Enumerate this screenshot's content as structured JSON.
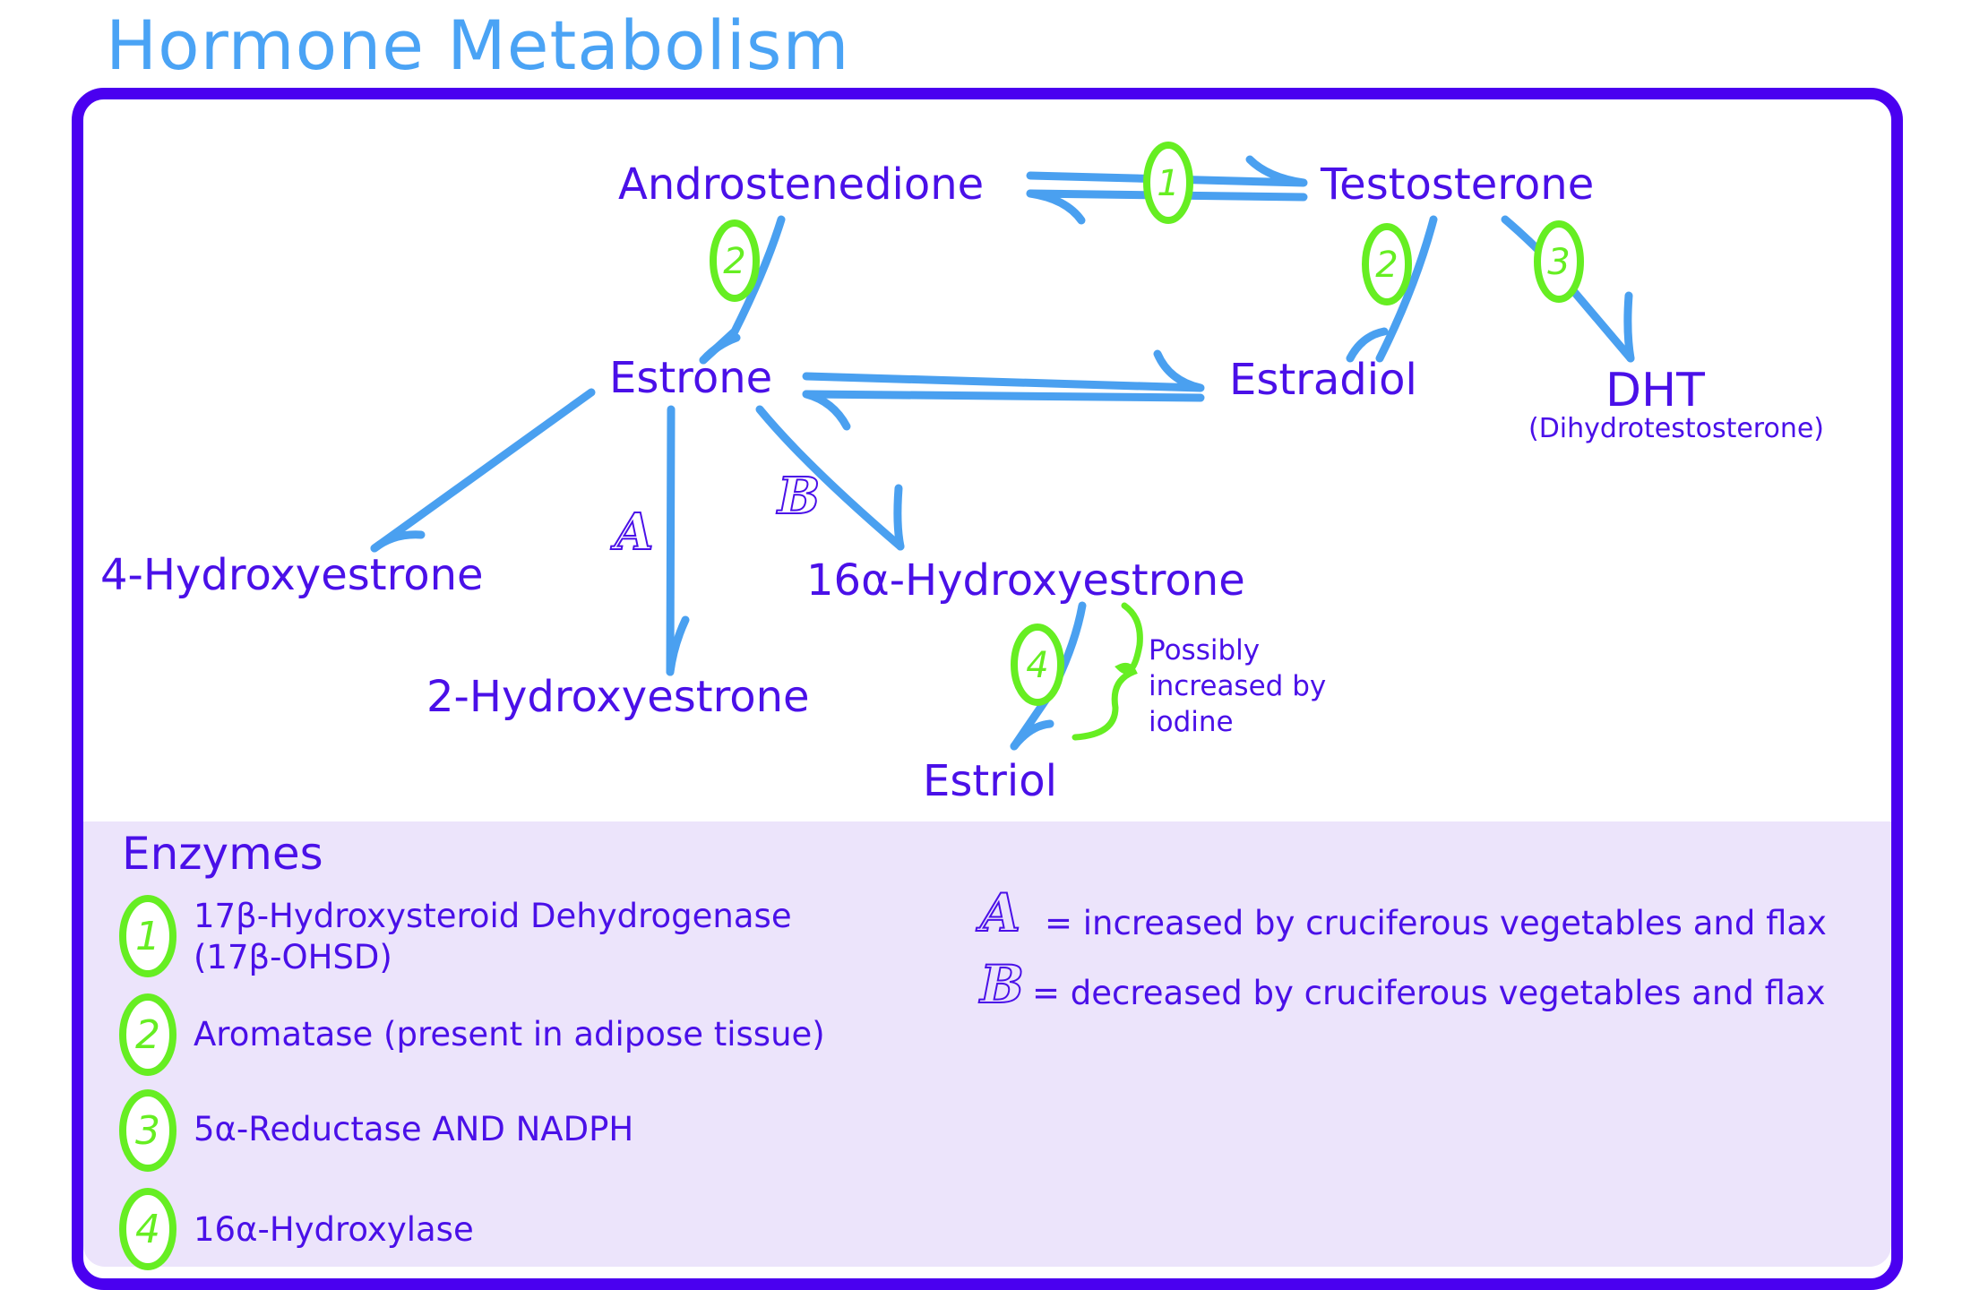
{
  "title": "Hormone Metabolism",
  "colors": {
    "title": "#4aa3f5",
    "frame": "#4a00f0",
    "text": "#4a10e8",
    "arrow": "#4aa0f0",
    "enzyme_circle": "#66ee22",
    "legend_bg": "#ece4fb"
  },
  "nodes": {
    "androstenedione": "Androstenedione",
    "testosterone": "Testosterone",
    "estrone": "Estrone",
    "estradiol": "Estradiol",
    "dht": "DHT",
    "dht_full": "(Dihydrotestosterone)",
    "hydroxyestrone_4": "4-Hydroxyestrone",
    "hydroxyestrone_2": "2-Hydroxyestrone",
    "hydroxyestrone_16a": "16α-Hydroxyestrone",
    "estriol": "Estriol"
  },
  "pathway_markers": {
    "a": "A",
    "b": "B"
  },
  "edges": [
    {
      "from": "Androstenedione",
      "to": "Testosterone",
      "enzyme": "1",
      "reversible": true
    },
    {
      "from": "Androstenedione",
      "to": "Estrone",
      "enzyme": "2",
      "reversible": false
    },
    {
      "from": "Testosterone",
      "to": "Estradiol",
      "enzyme": "2",
      "reversible": false
    },
    {
      "from": "Testosterone",
      "to": "DHT",
      "enzyme": "3",
      "reversible": false
    },
    {
      "from": "Estrone",
      "to": "Estradiol",
      "enzyme": "",
      "reversible": true
    },
    {
      "from": "Estrone",
      "to": "4-Hydroxyestrone",
      "enzyme": "",
      "reversible": false
    },
    {
      "from": "Estrone",
      "to": "2-Hydroxyestrone",
      "enzyme": "",
      "marker": "A",
      "reversible": false
    },
    {
      "from": "Estrone",
      "to": "16α-Hydroxyestrone",
      "enzyme": "",
      "marker": "B",
      "reversible": false
    },
    {
      "from": "16α-Hydroxyestrone",
      "to": "Estriol",
      "enzyme": "4",
      "reversible": false
    }
  ],
  "badges": {
    "e1": "1",
    "e2a": "2",
    "e2b": "2",
    "e3": "3",
    "e4": "4"
  },
  "iodine_note": "Possibly\nincreased by\niodine",
  "legend": {
    "heading": "Enzymes",
    "enzymes": [
      {
        "number": "1",
        "label": "17β-Hydroxysteroid Dehydrogenase\n(17β-OHSD)"
      },
      {
        "number": "2",
        "label": "Aromatase (present in adipose tissue)"
      },
      {
        "number": "3",
        "label": "5α-Reductase AND NADPH"
      },
      {
        "number": "4",
        "label": "16α-Hydroxylase"
      }
    ],
    "markers": [
      {
        "letter": "A",
        "label": "= increased by cruciferous vegetables and flax"
      },
      {
        "letter": "B",
        "label": "= decreased by cruciferous vegetables and flax"
      }
    ]
  }
}
